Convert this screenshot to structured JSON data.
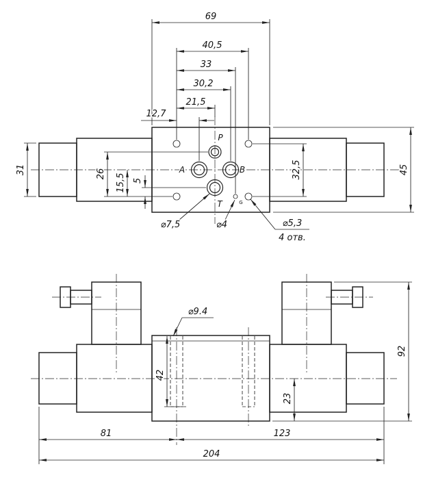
{
  "top_view": {
    "dims": {
      "block_width": "69",
      "mount_holes_span_x": "40,5",
      "drain_hole_x": "33",
      "port_b_x": "30,2",
      "port_pt_x": "21,5",
      "port_a_x": "12,7",
      "tube_dia": "31",
      "port_p_y": "26",
      "ports_ab_y": "15,5",
      "port_t_y": "5",
      "mount_holes_span_y": "32,5",
      "block_height": "45"
    },
    "port_labels": {
      "p": "P",
      "a": "A",
      "b": "B",
      "t": "T",
      "g": "G"
    },
    "callouts": {
      "port_t_dia": "⌀7,5",
      "drain_hole_dia": "⌀4",
      "mount_hole_dia": "⌀5,3",
      "mount_hole_count": "4 отв."
    }
  },
  "front_view": {
    "dims": {
      "counterbore_dia": "⌀9.4",
      "counterbore_depth": "42",
      "axis_to_bottom": "23",
      "overall_height": "92",
      "left_end_to_hole_axis": "81",
      "hole_axis_to_right_end": "123",
      "overall_length": "204"
    }
  }
}
